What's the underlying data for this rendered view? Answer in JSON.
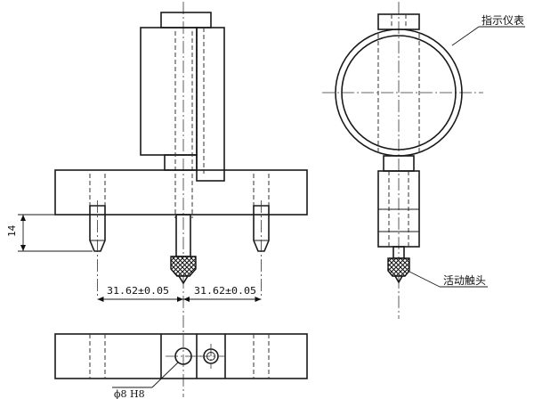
{
  "labels": {
    "indicator": "指示仪表",
    "contact": "活动触头",
    "dim_left": "31.62±0.05",
    "dim_right": "31.62±0.05",
    "dim_height": "14",
    "hole": "ϕ8 H8"
  }
}
